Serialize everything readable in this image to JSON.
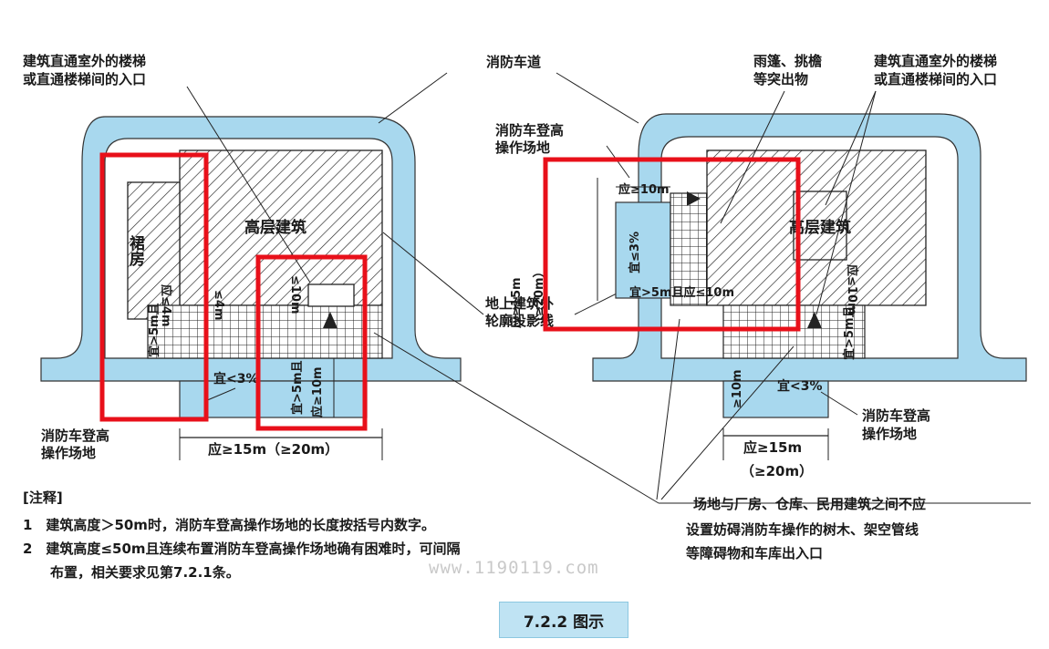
{
  "colors": {
    "road": "#a8d8ee",
    "highlight": "#e8101a",
    "ink": "#1a1a1a",
    "caption_bg": "#bfe3f3"
  },
  "left": {
    "label_stair": [
      "建筑直通室外的楼梯",
      "或直通楼梯间的入口"
    ],
    "label_building": "高层建筑",
    "label_podium": "裙房",
    "label_podium_depth": "应≤4m",
    "label_stair_gap": "≤4m",
    "label_gap": "≤10m",
    "label_width1": "宜>5m且",
    "label_width2": "宜>5m且",
    "label_width3": "应≥10m",
    "label_slope": "宜<3%",
    "label_area": [
      "消防车登高",
      "操作场地"
    ],
    "dim_length": "应≥15m（≥20m）"
  },
  "center": {
    "label_road": "消防车道",
    "label_area_top": [
      "消防车登高",
      "操作场地"
    ],
    "label_outline": [
      "地上建筑外",
      "轮廓投影线"
    ]
  },
  "right": {
    "label_canopy": [
      "雨篷、挑檐",
      "等突出物"
    ],
    "label_stair": [
      "建筑直通室外的楼梯",
      "或直通楼梯间的入口"
    ],
    "label_building": "高层建筑",
    "label_w10": "应≥10m",
    "label_len": [
      "应≥15m",
      "（≥20m）"
    ],
    "label_slope_v": "宜≤3%",
    "label_gap": "宜>5m且应≤10m",
    "label_gap_v": "应≤10m",
    "label_width_v": "宜>5m且",
    "label_width_low": "≥10m",
    "label_slope": "宜<3%",
    "label_area": [
      "消防车登高",
      "操作场地"
    ],
    "dim_length": [
      "应≥15m",
      "（≥20m）"
    ],
    "label_obstacle": [
      "场地与厂房、仓库、民用建筑之间不应",
      "设置妨碍消防车操作的树木、架空管线",
      "等障碍物和车库出入口"
    ]
  },
  "notes": {
    "title": "[注释]",
    "items": [
      "1　建筑高度＞50m时，消防车登高操作场地的长度按括号内数字。",
      "2　建筑高度≤50m且连续布置消防车登高操作场地确有困难时，可间隔",
      "　　布置，相关要求见第7.2.1条。"
    ]
  },
  "watermark": "www.1190119.com",
  "caption": "7.2.2 图示"
}
